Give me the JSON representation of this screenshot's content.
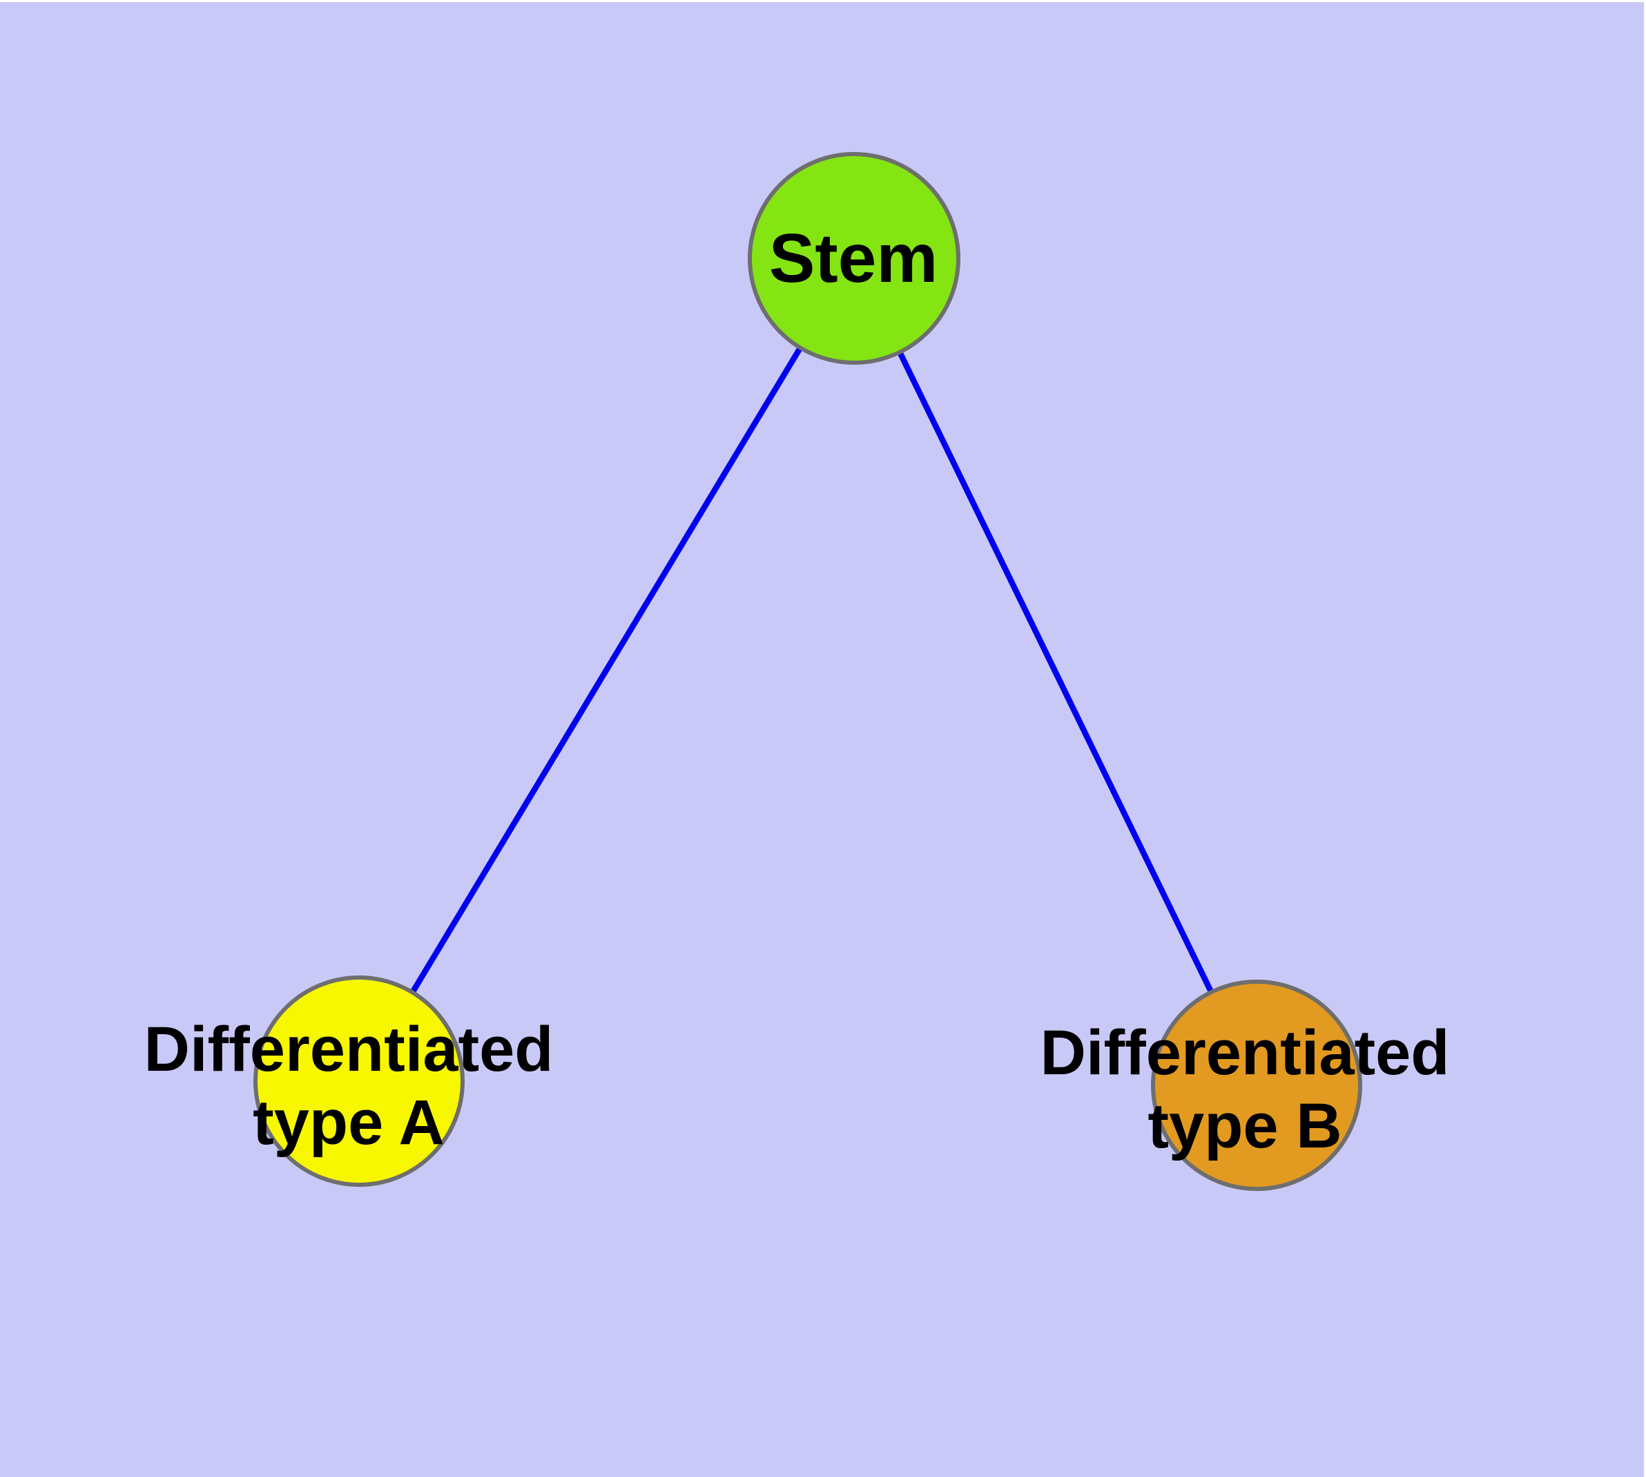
{
  "diagram": {
    "type": "node-link-graph",
    "background_color": "#C9C9F8",
    "edge_color": "#0000F0",
    "node_border_color": "#6E6E6E",
    "label_color": "#000000",
    "nodes": [
      {
        "id": "stem",
        "label": "Stem",
        "lines": [
          "Stem"
        ],
        "fill": "#84E512",
        "shape": "circle"
      },
      {
        "id": "differentiated-type-a",
        "label": "Differentiated type A",
        "lines": [
          "Differentiated",
          "type A"
        ],
        "fill": "#F7F700",
        "shape": "circle"
      },
      {
        "id": "differentiated-type-b",
        "label": "Differentiated type B",
        "lines": [
          "Differentiated",
          "type B"
        ],
        "fill": "#E29A20",
        "shape": "circle"
      }
    ],
    "edges": [
      {
        "from": "Stem",
        "to": "Differentiated type A"
      },
      {
        "from": "Stem",
        "to": "Differentiated type B"
      }
    ]
  }
}
